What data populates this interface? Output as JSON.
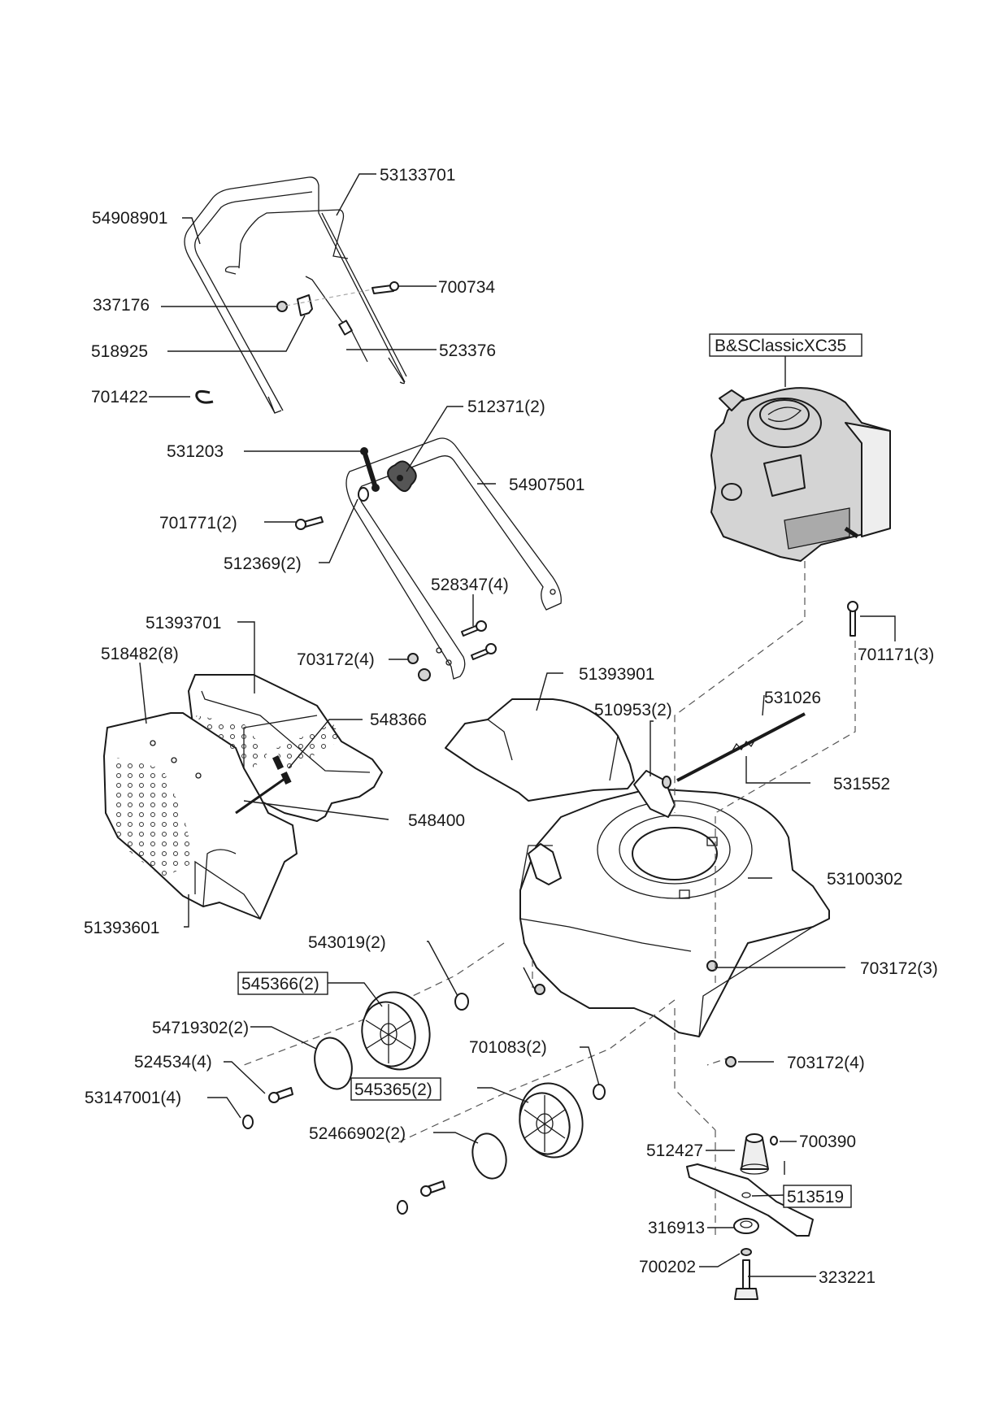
{
  "diagram": {
    "type": "exploded parts diagram",
    "subject": "lawn mower",
    "engine_label": "B&SClassicXC35",
    "parts": {
      "p54908901": "54908901",
      "p53133701": "53133701",
      "p700734": "700734",
      "p337176": "337176",
      "p518925": "518925",
      "p523376": "523376",
      "p701422": "701422",
      "p512371": "512371(2)",
      "p531203": "531203",
      "p54907501": "54907501",
      "p701771": "701771(2)",
      "p512369": "512369(2)",
      "p528347": "528347(4)",
      "p51393701": "51393701",
      "p518482": "518482(8)",
      "p703172_a": "703172(4)",
      "p701171": "701171(3)",
      "p51393901": "51393901",
      "p531026": "531026",
      "p510953": "510953(2)",
      "p548366": "548366",
      "p531552": "531552",
      "p548400": "548400",
      "p53100302": "53100302",
      "p51393601": "51393601",
      "p543019": "543019(2)",
      "p703172_b": "703172(3)",
      "p545366": "545366(2)",
      "p54719302": "54719302(2)",
      "p701083": "701083(2)",
      "p703172_c": "703172(4)",
      "p524534": "524534(4)",
      "p545365": "545365(2)",
      "p53147001": "53147001(4)",
      "p52466902": "52466902(2)",
      "p700390": "700390",
      "p512427": "512427",
      "p513519": "513519",
      "p316913": "316913",
      "p700202": "700202",
      "p323221": "323221"
    },
    "boxed_labels": [
      "545366(2)",
      "545365(2)",
      "513519",
      "B&SClassicXC35"
    ],
    "colors": {
      "line": "#1a1a1a",
      "engine_fill": "#d4d4d4",
      "knob_fill": "#555555",
      "background": "#ffffff"
    }
  }
}
